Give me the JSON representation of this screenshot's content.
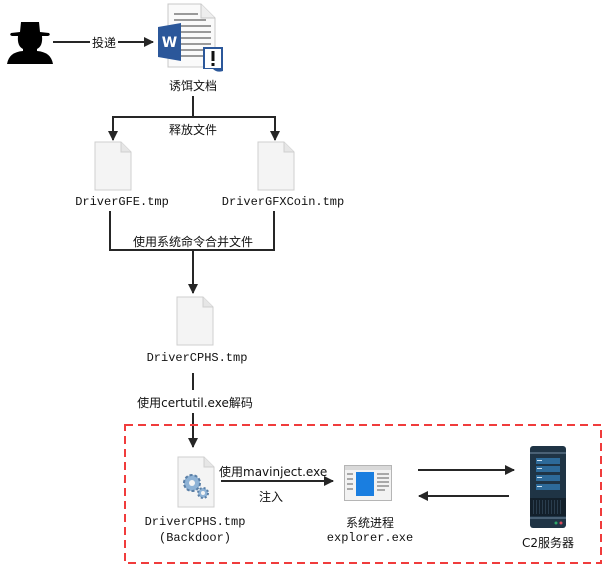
{
  "nodes": {
    "attacker": {
      "icon": "hacker-icon"
    },
    "lure_doc": {
      "icon": "word-document-warning-icon",
      "label": "诱饵文档"
    },
    "file_gfe": {
      "icon": "blank-file-icon",
      "label": "DriverGFE.tmp"
    },
    "file_gfxcoin": {
      "icon": "blank-file-icon",
      "label": "DriverGFXCoin.tmp"
    },
    "file_cphs": {
      "icon": "blank-file-icon",
      "label": "DriverCPHS.tmp"
    },
    "backdoor": {
      "icon": "gear-file-icon",
      "label_line1": "DriverCPHS.tmp",
      "label_line2": "(Backdoor)"
    },
    "explorer": {
      "icon": "application-window-icon",
      "label_line1": "系统进程",
      "label_line2": "explorer.exe"
    },
    "c2": {
      "icon": "server-icon",
      "label": "C2服务器"
    }
  },
  "edges": {
    "deliver": "投递",
    "release": "释放文件",
    "merge": "使用系统命令合并文件",
    "decode": "使用certutil.exe解码",
    "inject_line1": "使用mavinject.exe",
    "inject_line2": "注入"
  },
  "colors": {
    "line": "#262626",
    "boundary": "#f03c3c",
    "word_blue": "#2b579a",
    "explorer_blue": "#1a7ee0",
    "server_body": "#1f3445"
  }
}
